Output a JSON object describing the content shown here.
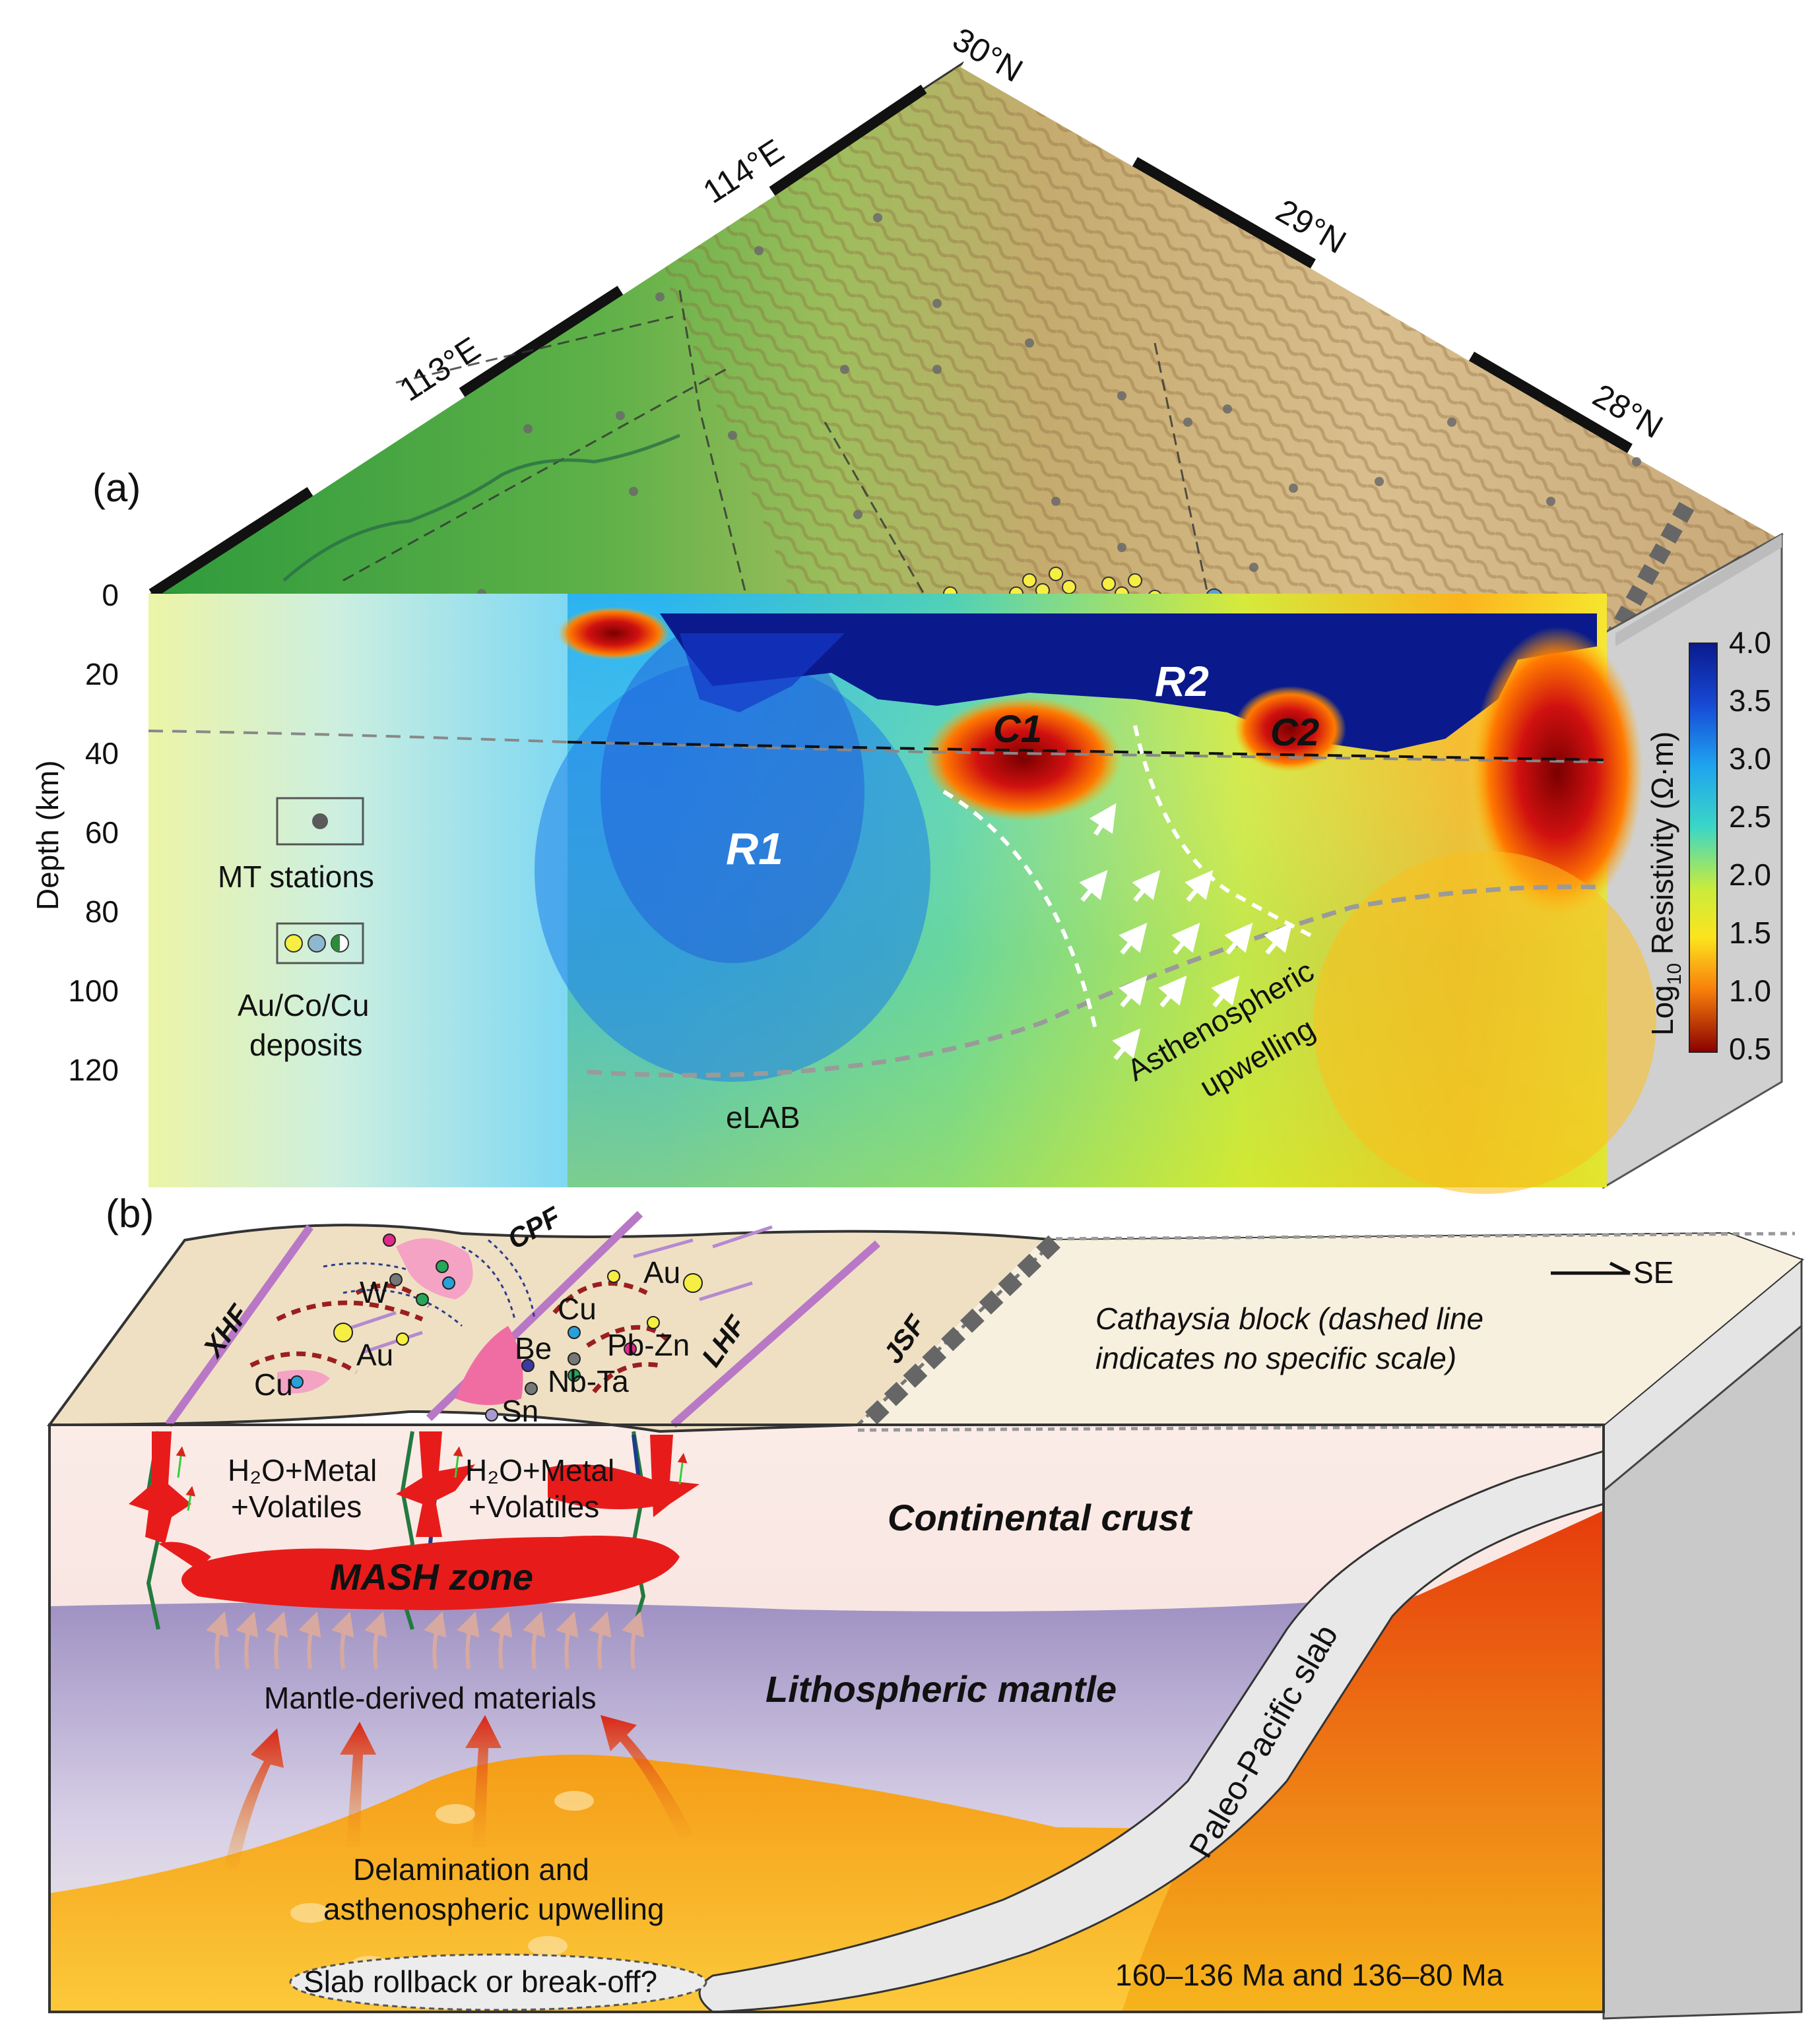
{
  "panel_a": {
    "label": "(a)",
    "coords": {
      "lat_30": "30°N",
      "lon_114": "114°E",
      "lon_113": "113°E",
      "lat_29": "29°N",
      "lat_28": "28°N"
    },
    "depth_axis": {
      "title": "Depth (km)",
      "ticks": [
        "0",
        "20",
        "40",
        "60",
        "80",
        "100",
        "120"
      ]
    },
    "colorbar": {
      "title_main": "Log",
      "title_sub": "10",
      "title_rest": " Resistivity (Ω·m)",
      "ticks": [
        "4.0",
        "3.5",
        "3.0",
        "2.5",
        "2.0",
        "1.5",
        "1.0",
        "0.5"
      ]
    },
    "anomalies": {
      "r1": "R1",
      "r2": "R2",
      "c1": "C1",
      "c2": "C2"
    },
    "legend": {
      "mt_stations": "MT stations",
      "deposits_line1": "Au/Co/Cu",
      "deposits_line2": "deposits"
    },
    "upwelling_line1": "Asthenospheric",
    "upwelling_line2": "upwelling",
    "elab": "eLAB"
  },
  "panel_b": {
    "label": "(b)",
    "faults": {
      "xhf": "XHF",
      "cpf": "CPF",
      "lhf": "LHF",
      "jsf": "JSF"
    },
    "minerals": {
      "w": "W",
      "au1": "Au",
      "cu1": "Cu",
      "cu2": "Cu",
      "au2": "Au",
      "be": "Be",
      "sn": "Sn",
      "nbta": "Nb-Ta",
      "pbzn": "Pb-Zn"
    },
    "direction": "SE",
    "cathaysia_line1": "Cathaysia block (dashed line",
    "cathaysia_line2": "indicates no specific scale)",
    "fluids1_line1": "H₂O+Metal",
    "fluids1_line2": "+Volatiles",
    "fluids2_line1": "H₂O+Metal",
    "fluids2_line2": "+Volatiles",
    "continental_crust": "Continental crust",
    "mash_zone": "MASH zone",
    "lithospheric_mantle": "Lithospheric mantle",
    "mantle_materials": "Mantle-derived materials",
    "delamination_line1": "Delamination and",
    "delamination_line2": "asthenospheric upwelling",
    "slab": "Paleo-Pacific slab",
    "rollback": "Slab rollback or break-off?",
    "ages": "160–136 Ma and 136–80 Ma"
  },
  "colors": {
    "resistive": "#0a1a8c",
    "conductive": "#9a0000",
    "crust": "#f8e6e2",
    "mantle": "#a79ac8",
    "asthenosphere": "#f4a21a",
    "magma": "#e81b1b"
  }
}
